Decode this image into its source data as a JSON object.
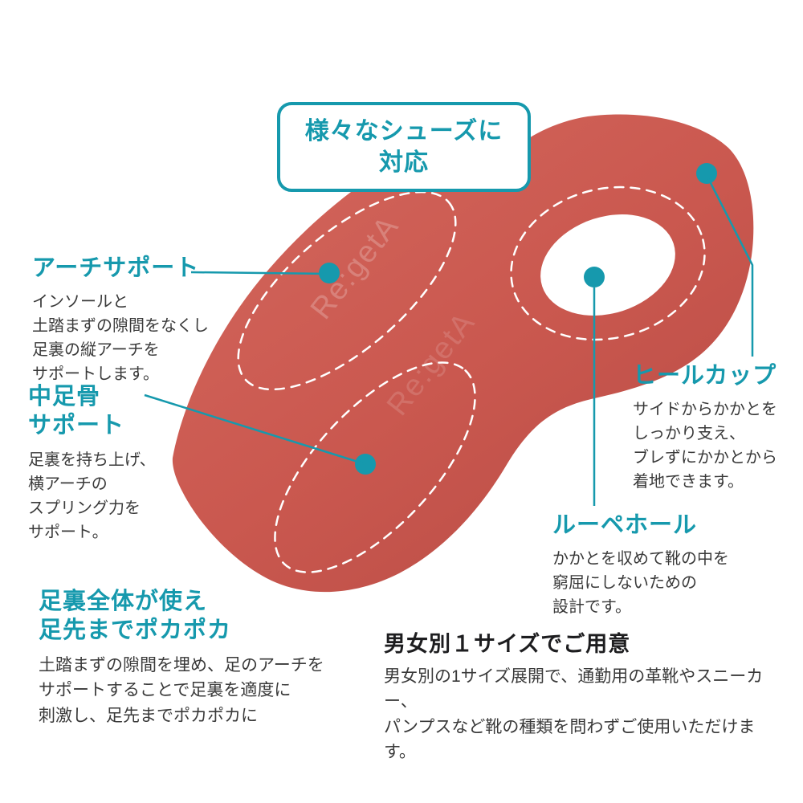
{
  "colors": {
    "accent_teal": "#1699ad",
    "insole_red": "#ca584f",
    "body_text": "#3a3a3a",
    "dark_heading": "#1d1d1f",
    "zone_outline": "#ffffff"
  },
  "callout": {
    "text": "様々なシューズに\n対応"
  },
  "annotations": {
    "arch": {
      "title": "アーチサポート",
      "body": "インソールと\n土踏まずの隙間をなくし\n足裏の縦アーチを\nサポートします。"
    },
    "metatarsal": {
      "title": "中足骨\nサポート",
      "body": "足裏を持ち上げ、\n横アーチの\nスプリング力を\nサポート。"
    },
    "warmth": {
      "title": "足裏全体が使え\n足先までポカポカ",
      "body": "土踏まずの隙間を埋め、足のアーチを\nサポートすることで足裏を適度に\n刺激し、足先までポカポカに"
    },
    "heel": {
      "title": "ヒールカップ",
      "body": "サイドからかかとを\nしっかり支え、\nブレずにかかとから\n着地できます。"
    },
    "loupe": {
      "title": "ルーペホール",
      "body": "かかとを収めて靴の中を\n窮屈にしないための\n設計です。"
    },
    "size": {
      "title": "男女別１サイズでご用意",
      "body": "男女別の1サイズ展開で、通勤用の革靴やスニーカー、\nパンプスなど靴の種類を問わずご使用いただけます。"
    }
  },
  "watermark": "Re:getA"
}
